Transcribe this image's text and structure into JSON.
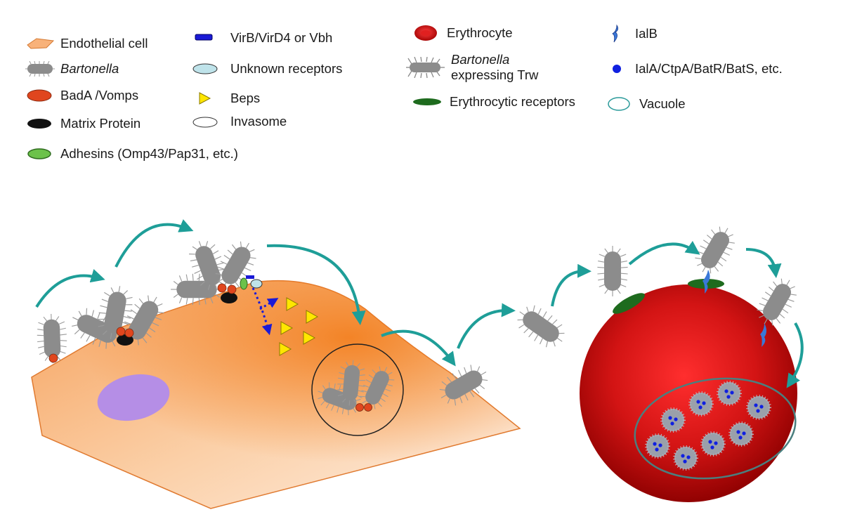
{
  "legend": {
    "col1": [
      {
        "key": "endothelial-cell",
        "label": "Endothelial cell"
      },
      {
        "key": "bartonella",
        "label": "Bartonella",
        "italic": true
      },
      {
        "key": "bada-vomps",
        "label": "BadA /Vomps"
      },
      {
        "key": "matrix-protein",
        "label": "Matrix Protein"
      },
      {
        "key": "adhesins",
        "label": "Adhesins (Omp43/Pap31, etc.)"
      }
    ],
    "col2": [
      {
        "key": "virb-vird4",
        "label": "VirB/VirD4 or Vbh"
      },
      {
        "key": "unknown-receptors",
        "label": "Unknown receptors"
      },
      {
        "key": "beps",
        "label": "Beps"
      },
      {
        "key": "invasome",
        "label": "Invasome"
      }
    ],
    "col3": [
      {
        "key": "erythrocyte",
        "label": "Erythrocyte"
      },
      {
        "key": "bartonella-trw",
        "label_line1": "Bartonella",
        "label_line2": "expressing Trw"
      },
      {
        "key": "erythrocytic-receptors",
        "label": "Erythrocytic receptors"
      }
    ],
    "col4": [
      {
        "key": "ialb",
        "label": "IalB"
      },
      {
        "key": "iala-ctpa",
        "label": "IalA/CtpA/BatR/BatS, etc."
      },
      {
        "key": "vacuole",
        "label": "Vacuole"
      }
    ]
  },
  "colors": {
    "endothelial": "#f4a05a",
    "nucleus": "#b58ee6",
    "bacterium": "#8c8c8c",
    "bada": "#e0461e",
    "matrix": "#111111",
    "adhesin": "#6cc24a",
    "virb": "#1a1ad6",
    "unknown_receptor": "#bfe3ea",
    "beps": "#ffe600",
    "erythrocyte": "#cc1010",
    "erythrocytic_receptor": "#1e6b1e",
    "ialb": "#3a78d8",
    "iala": "#1020e0",
    "arrow": "#1e9e98",
    "vacuole": "#4a7f7f"
  }
}
